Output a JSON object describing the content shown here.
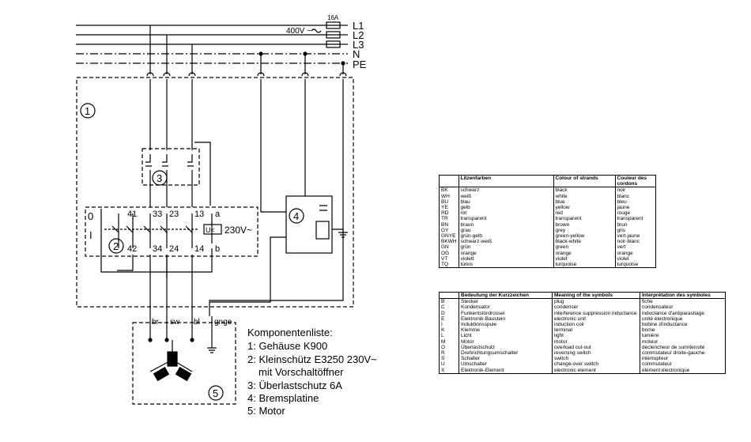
{
  "supply": {
    "fuse": "16A",
    "voltage": "400V ~",
    "lines": [
      "L1",
      "L2",
      "L3",
      "N",
      "PE"
    ]
  },
  "diagram": {
    "markers": [
      "1",
      "2",
      "3",
      "4",
      "5"
    ],
    "contactor_contacts_top": [
      "41",
      "33",
      "23",
      "13",
      "a"
    ],
    "contactor_contacts_bottom": [
      "42",
      "34",
      "24",
      "14",
      "b"
    ],
    "switch_positions": [
      "0",
      "I"
    ],
    "coil_label": "U<",
    "coil_voltage": "230V~",
    "motor_leads": [
      "br",
      "sw",
      "bl",
      "gnge"
    ]
  },
  "components": {
    "title": "Komponentenliste:",
    "items": [
      "1: Gehäuse K900",
      "2: Kleinschütz E3250 230V~",
      "mit Vorschaltöffner",
      "3: Überlastschutz 6A",
      "4: Bremsplatine",
      "5: Motor"
    ]
  },
  "color_table": {
    "headers": [
      "",
      "Litzenfarben",
      "Colour of strands",
      "Couleur des cordons"
    ],
    "codes": [
      "BK",
      "WH",
      "BU",
      "YE",
      "RD",
      "TR",
      "BN",
      "GY",
      "GNYE",
      "BKWH",
      "GN",
      "OG",
      "VT",
      "TQ"
    ],
    "de": [
      "schwarz",
      "weiß",
      "blau",
      "gelb",
      "rot",
      "transparent",
      "braun",
      "grau",
      "grün-gelb",
      "schwarz-weiß",
      "grün",
      "orange",
      "violett",
      "türkis"
    ],
    "en": [
      "black",
      "white",
      "blue",
      "yellow",
      "red",
      "transparent",
      "brown",
      "grey",
      "green-yellow",
      "black-white",
      "green",
      "orange",
      "violet",
      "turquoise"
    ],
    "fr": [
      "noir",
      "blanc",
      "bleu",
      "jaune",
      "rouge",
      "transparent",
      "brun",
      "gris",
      "vert-jaune",
      "noir-blanc",
      "vert",
      "orange",
      "violet",
      "turquoise"
    ]
  },
  "symbol_table": {
    "headers": [
      "",
      "Bedeutung der Kurzzeichen",
      "Meaning of the symbols",
      "Interprétation des symboles"
    ],
    "codes": [
      "B",
      "C",
      "D",
      "E",
      "I",
      "K",
      "L",
      "M",
      "O",
      "R",
      "S",
      "U",
      "X"
    ],
    "de": [
      "Stecker",
      "Kondensator",
      "Funkentstördrossel",
      "Elektronik-Baustein",
      "Induktionsspule",
      "Klemme",
      "Licht",
      "Motor",
      "Überlastschutz",
      "Drehrichtungsumschalter",
      "Schalter",
      "Umschalter",
      "Elektronik-Element"
    ],
    "en": [
      "plug",
      "condenser",
      "interference suppression inductance",
      "electronic unit",
      "induction coil",
      "terminal",
      "light",
      "motor",
      "overload cut-out",
      "reversing switch",
      "switch",
      "change-over switch",
      "electronic element"
    ],
    "fr": [
      "fiche",
      "condensateur",
      "inductance d'antiparastiage",
      "unité électronique",
      "bobine d'inductance",
      "borne",
      "lumière",
      "moteur",
      "déclencheur de surintensité",
      "commutateur droite-gauche",
      "interrupteur",
      "commutateur",
      "élément électronique"
    ]
  }
}
